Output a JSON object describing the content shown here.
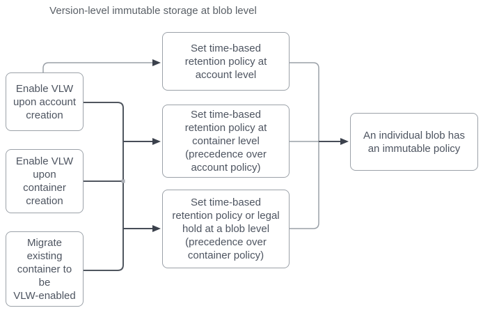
{
  "title": "Version-level immutable storage at blob level",
  "diagram": {
    "type": "flowchart",
    "nodes": {
      "enable_vlw_account": {
        "label": "Enable VLW\nupon account\ncreation"
      },
      "enable_vlw_container": {
        "label": "Enable VLW\nupon\ncontainer\ncreation"
      },
      "migrate_existing": {
        "label": "Migrate\nexisting\ncontainer to\nbe\nVLW-enabled"
      },
      "retention_account": {
        "label": "Set time-based\nretention policy at\naccount level"
      },
      "retention_container": {
        "label": "Set time-based\nretention policy at\ncontainer level\n(precedence over\naccount policy)"
      },
      "retention_blob": {
        "label": "Set time-based\nretention policy or legal\nhold at a blob level\n(precedence over\ncontainer policy)"
      },
      "blob_immutable": {
        "label": "An individual blob has\nan immutable policy"
      }
    },
    "edges": [
      {
        "from": "enable_vlw_account",
        "to": "retention_account"
      },
      {
        "from": "enable_vlw_account",
        "to": "retention_container"
      },
      {
        "from": "enable_vlw_container",
        "to": "retention_container"
      },
      {
        "from": "migrate_existing",
        "to": "retention_blob"
      },
      {
        "from": "retention_account",
        "to": "blob_immutable"
      },
      {
        "from": "retention_container",
        "to": "blob_immutable"
      },
      {
        "from": "retention_blob",
        "to": "blob_immutable"
      }
    ],
    "colors": {
      "background": "#ffffff",
      "node_border": "#9ba1a8",
      "node_text": "#4d5460",
      "title_text": "#595f66",
      "connector_light": "#9aa0a7",
      "connector_dark": "#50565f",
      "arrowhead": "#3b414c"
    }
  }
}
